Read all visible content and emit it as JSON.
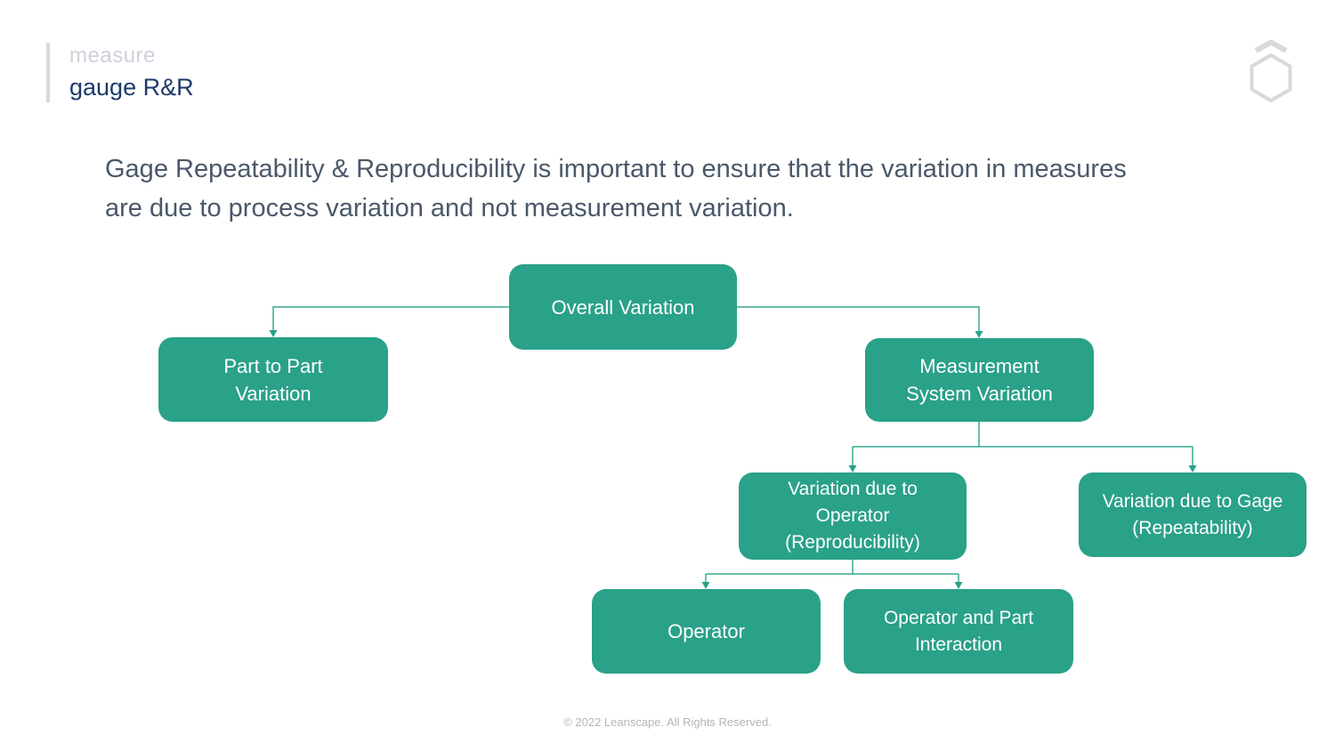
{
  "header": {
    "eyebrow": "measure",
    "title": "gauge R&R"
  },
  "intro": {
    "text": "Gage Repeatability & Reproducibility is important to ensure that the variation in measures\nare due to process variation and not measurement variation."
  },
  "diagram": {
    "nodes": {
      "overall": {
        "label": "Overall Variation"
      },
      "part_to_part": {
        "label": "Part to Part\nVariation"
      },
      "measurement_system": {
        "label": "Measurement\nSystem Variation"
      },
      "operator_reproducibility": {
        "label": "Variation due to\nOperator\n(Reproducibility)"
      },
      "gage_repeatability": {
        "label": "Variation due to Gage\n(Repeatability)"
      },
      "operator": {
        "label": "Operator"
      },
      "operator_part_interaction": {
        "label": "Operator and Part\nInteraction"
      }
    },
    "edges": [
      {
        "from": "overall",
        "to": "part_to_part"
      },
      {
        "from": "overall",
        "to": "measurement_system"
      },
      {
        "from": "measurement_system",
        "to": "operator_reproducibility"
      },
      {
        "from": "measurement_system",
        "to": "gage_repeatability"
      },
      {
        "from": "operator_reproducibility",
        "to": "operator"
      },
      {
        "from": "operator_reproducibility",
        "to": "operator_part_interaction"
      }
    ]
  },
  "footer": {
    "copyright": "© 2022 Leanscape. All Rights Reserved."
  },
  "colors": {
    "node_fill": "#2aa189",
    "connector_line": "#38a98f",
    "title_navy": "#1b3a6b",
    "eyebrow_gray": "#ccd1da",
    "body_text": "#4a5869",
    "footer_gray": "#b5b5b5",
    "logo_gray": "#d9d9d9"
  }
}
